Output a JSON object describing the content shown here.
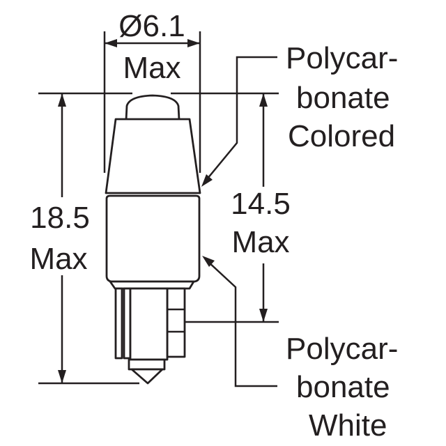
{
  "diagram": {
    "dimensions": {
      "diameter": {
        "value": "Ø6.1",
        "qualifier": "Max"
      },
      "overall_height": {
        "value": "18.5",
        "qualifier": "Max"
      },
      "body_height": {
        "value": "14.5",
        "qualifier": "Max"
      }
    },
    "callouts": {
      "top_material": {
        "line1": "Polycar-",
        "line2": "bonate",
        "line3": "Colored"
      },
      "bottom_material": {
        "line1": "Polycar-",
        "line2": "bonate",
        "line3": "White"
      }
    },
    "colors": {
      "ink": "#231f20",
      "background": "#ffffff"
    }
  }
}
